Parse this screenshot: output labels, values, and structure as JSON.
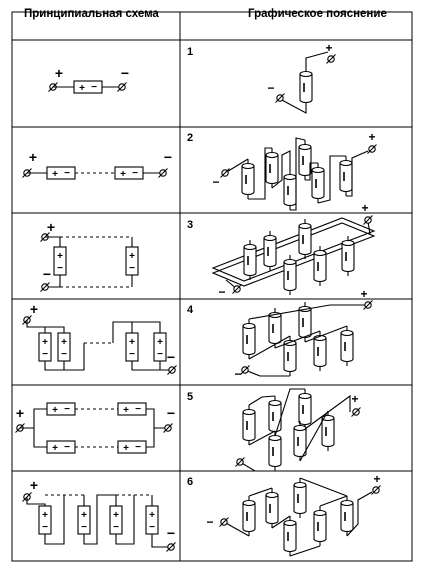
{
  "table": {
    "header_left": "Принципиальная схема",
    "header_right": "Графическое пояснение",
    "rows": [
      {
        "number": "1",
        "series": 1,
        "parallel": 1,
        "type": "single"
      },
      {
        "number": "2",
        "series": 2,
        "parallel": 1,
        "type": "series"
      },
      {
        "number": "3",
        "series": 1,
        "parallel": 2,
        "type": "parallel"
      },
      {
        "number": "4",
        "series": 2,
        "parallel": 2,
        "type": "parallel-groups-in-series"
      },
      {
        "number": "5",
        "series": 2,
        "parallel": 2,
        "type": "series-strings-in-parallel"
      },
      {
        "number": "6",
        "series": 4,
        "parallel": 1,
        "type": "series-of-vertical-cells"
      }
    ]
  },
  "symbols": {
    "plus": "+",
    "minus": "−",
    "terminal": "⌀"
  }
}
